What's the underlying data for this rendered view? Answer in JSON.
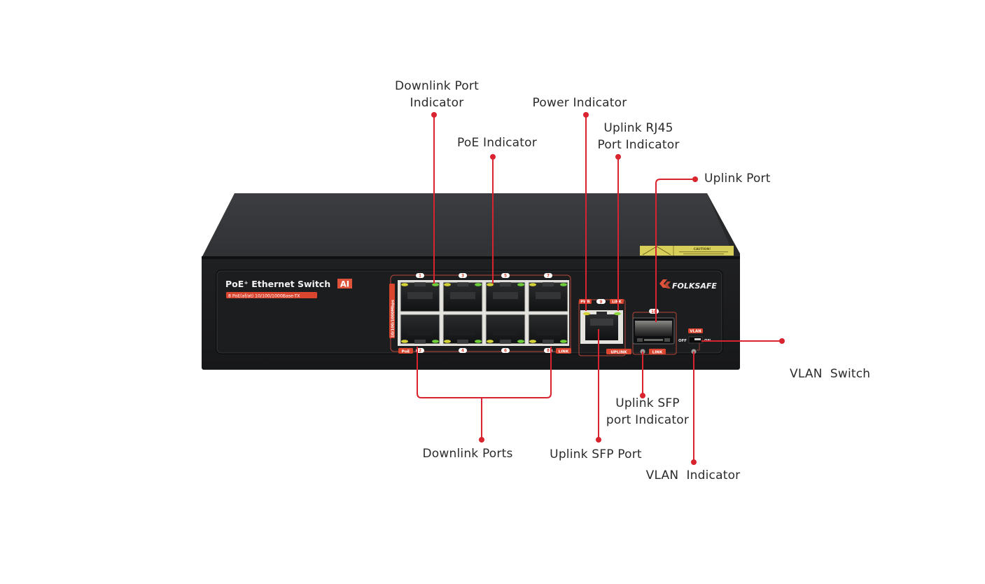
{
  "diagram": {
    "title": "PoE Ethernet Switch front panel callouts",
    "accent_color": "#d9232e",
    "device": {
      "model_label": "PoE⁺ Ethernet Switch",
      "ai_badge": "AI",
      "spec_label": "8 PoE(af/at) 10/100/1000Base-TX",
      "speed_vertical_label": "10/100/1000Mbps",
      "brand": "FOLKSAFE",
      "caution_label": "CAUTION!",
      "downlink_port_numbers_top": [
        "1",
        "3",
        "5",
        "7"
      ],
      "downlink_port_numbers_bottom": [
        "2",
        "4",
        "6",
        "8"
      ],
      "poe_label": "PoE",
      "link_label": "LINK",
      "uplink_rj45_number": "9",
      "pwr_label": "PWR",
      "uplink_link_label": "LINK",
      "uplink_label": "UPLINK",
      "sfp_number": "10",
      "sfp_link_label": "LINK",
      "vlan_label": "VLAN",
      "vlan_off": "OFF",
      "vlan_on": "ON"
    },
    "callouts": [
      {
        "id": "downlink-port-indicator",
        "lines": [
          "Downlink Port",
          "Indicator"
        ]
      },
      {
        "id": "poe-indicator",
        "lines": [
          "PoE Indicator"
        ]
      },
      {
        "id": "power-indicator",
        "lines": [
          "Power Indicator"
        ]
      },
      {
        "id": "uplink-rj45-port-indicator",
        "lines": [
          "Uplink RJ45",
          "Port Indicator"
        ]
      },
      {
        "id": "uplink-port",
        "lines": [
          "Uplink Port"
        ]
      },
      {
        "id": "vlan-switch",
        "lines": [
          "VLAN  Switch"
        ]
      },
      {
        "id": "uplink-sfp-port-indicator",
        "lines": [
          "Uplink SFP",
          "port Indicator"
        ]
      },
      {
        "id": "uplink-sfp-port",
        "lines": [
          "Uplink SFP Port"
        ]
      },
      {
        "id": "downlink-ports",
        "lines": [
          "Downlink Ports"
        ]
      },
      {
        "id": "vlan-indicator",
        "lines": [
          "VLAN  Indicator"
        ]
      }
    ]
  }
}
